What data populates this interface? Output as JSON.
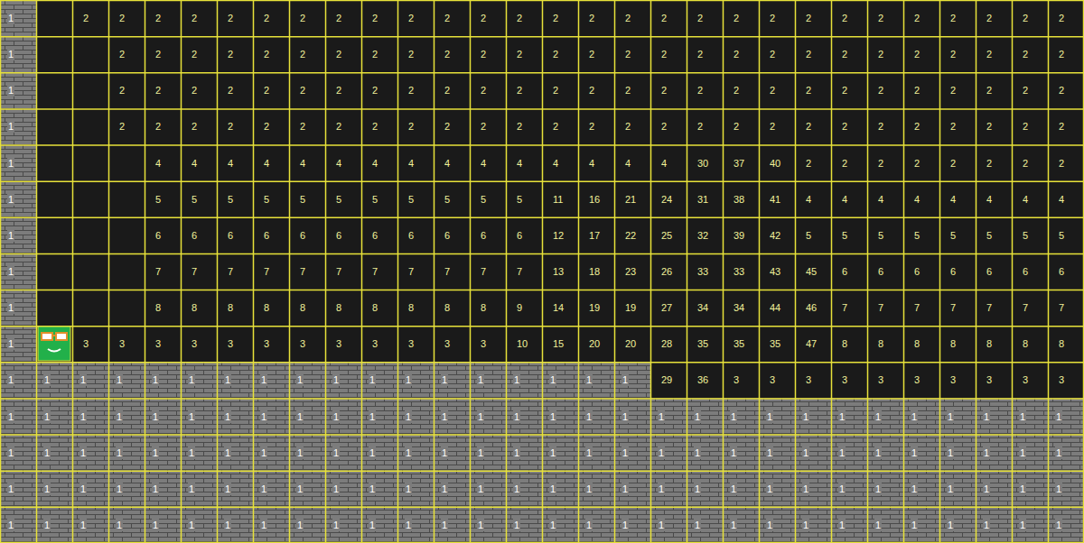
{
  "diagram": {
    "labels": [
      "1",
      "2",
      "2",
      "2",
      "2",
      "2",
      "2",
      "2",
      "2",
      "2",
      "2",
      "2",
      "2",
      "2",
      "2",
      "2",
      "2",
      "2",
      "2",
      "2",
      "2",
      "2",
      "2",
      "2",
      "2",
      "2",
      "2",
      "2",
      "2",
      "1",
      "2",
      "2",
      "2",
      "2",
      "2",
      "2",
      "2",
      "2",
      "2",
      "2",
      "2",
      "2",
      "2",
      "2",
      "2",
      "2",
      "2",
      "2",
      "2",
      "2",
      "2",
      "2",
      "2",
      "2",
      "2",
      "2",
      "2",
      "1",
      "2",
      "2",
      "2",
      "2",
      "2",
      "2",
      "2",
      "2",
      "2",
      "2",
      "2",
      "2",
      "2",
      "2",
      "2",
      "2",
      "2",
      "2",
      "2",
      "2",
      "2",
      "2",
      "2",
      "2",
      "2",
      "2",
      "2",
      "1",
      "2",
      "2",
      "2",
      "2",
      "2",
      "2",
      "2",
      "2",
      "2",
      "2",
      "2",
      "2",
      "2",
      "2",
      "2",
      "2",
      "2",
      "2",
      "2",
      "2",
      "2",
      "2",
      "2",
      "2",
      "2",
      "2",
      "2",
      "1",
      "4",
      "4",
      "4",
      "4",
      "4",
      "4",
      "4",
      "4",
      "4",
      "4",
      "4",
      "4",
      "4",
      "4",
      "4",
      "30",
      "37",
      "40",
      "2",
      "2",
      "2",
      "2",
      "2",
      "2",
      "2",
      "2",
      "1",
      "5",
      "5",
      "5",
      "5",
      "5",
      "5",
      "5",
      "5",
      "5",
      "5",
      "5",
      "11",
      "16",
      "21",
      "24",
      "31",
      "38",
      "41",
      "4",
      "4",
      "4",
      "4",
      "4",
      "4",
      "4",
      "4",
      "1",
      "6",
      "6",
      "6",
      "6",
      "6",
      "6",
      "6",
      "6",
      "6",
      "6",
      "6",
      "12",
      "17",
      "22",
      "25",
      "32",
      "39",
      "42",
      "5",
      "5",
      "5",
      "5",
      "5",
      "5",
      "5",
      "5",
      "1",
      "7",
      "7",
      "7",
      "7",
      "7",
      "7",
      "7",
      "7",
      "7",
      "7",
      "7",
      "13",
      "18",
      "23",
      "26",
      "33",
      "33",
      "43",
      "45",
      "6",
      "6",
      "6",
      "6",
      "6",
      "6",
      "6",
      "1",
      "8",
      "8",
      "8",
      "8",
      "8",
      "8",
      "8",
      "8",
      "8",
      "8",
      "9",
      "14",
      "19",
      "19",
      "27",
      "34",
      "34",
      "44",
      "46",
      "7",
      "7",
      "7",
      "7",
      "7",
      "7",
      "7",
      "1",
      "3",
      "3",
      "3",
      "3",
      "3",
      "3",
      "3",
      "3",
      "3",
      "3",
      "3",
      "3",
      "10",
      "15",
      "20",
      "20",
      "28",
      "35",
      "35",
      "35",
      "47",
      "8",
      "8",
      "8",
      "8",
      "8",
      "8",
      "8",
      "1",
      "1",
      "1",
      "1",
      "1",
      "1",
      "1",
      "1",
      "1",
      "1",
      "1",
      "1",
      "1",
      "1",
      "1",
      "1",
      "1",
      "1",
      "29",
      "36",
      "3",
      "3",
      "3",
      "3",
      "3",
      "3",
      "3",
      "3",
      "3",
      "3",
      "1",
      "1",
      "1",
      "1",
      "1",
      "1",
      "1",
      "1",
      "1",
      "1",
      "1",
      "1",
      "1",
      "1",
      "1",
      "1",
      "1",
      "1",
      "1",
      "1",
      "1",
      "1",
      "1",
      "1",
      "1",
      "1",
      "1",
      "1",
      "1",
      "1",
      "1",
      "1",
      "1",
      "1",
      "1",
      "1",
      "1",
      "1",
      "1",
      "1",
      "1",
      "1",
      "1",
      "1",
      "1",
      "1",
      "1",
      "1",
      "1",
      "1",
      "1",
      "1",
      "1",
      "1",
      "1",
      "1",
      "1",
      "1",
      "1",
      "1",
      "1",
      "1",
      "1",
      "1",
      "1",
      "1",
      "1",
      "1",
      "1",
      "1",
      "1",
      "1",
      "1",
      "1",
      "1",
      "1",
      "1",
      "1",
      "1",
      "1",
      "1",
      "1",
      "1",
      "1",
      "1",
      "1",
      "1",
      "1",
      "1",
      "1",
      "1",
      "1",
      "1",
      "1",
      "1",
      "1",
      "1",
      "1",
      "1",
      "1",
      "1",
      "1",
      "1",
      "1",
      "1",
      "1",
      "1",
      "1",
      "1",
      "1",
      "1",
      "1",
      "1",
      "1",
      "1",
      "1",
      "1",
      "1",
      "1",
      "1"
    ]
  }
}
